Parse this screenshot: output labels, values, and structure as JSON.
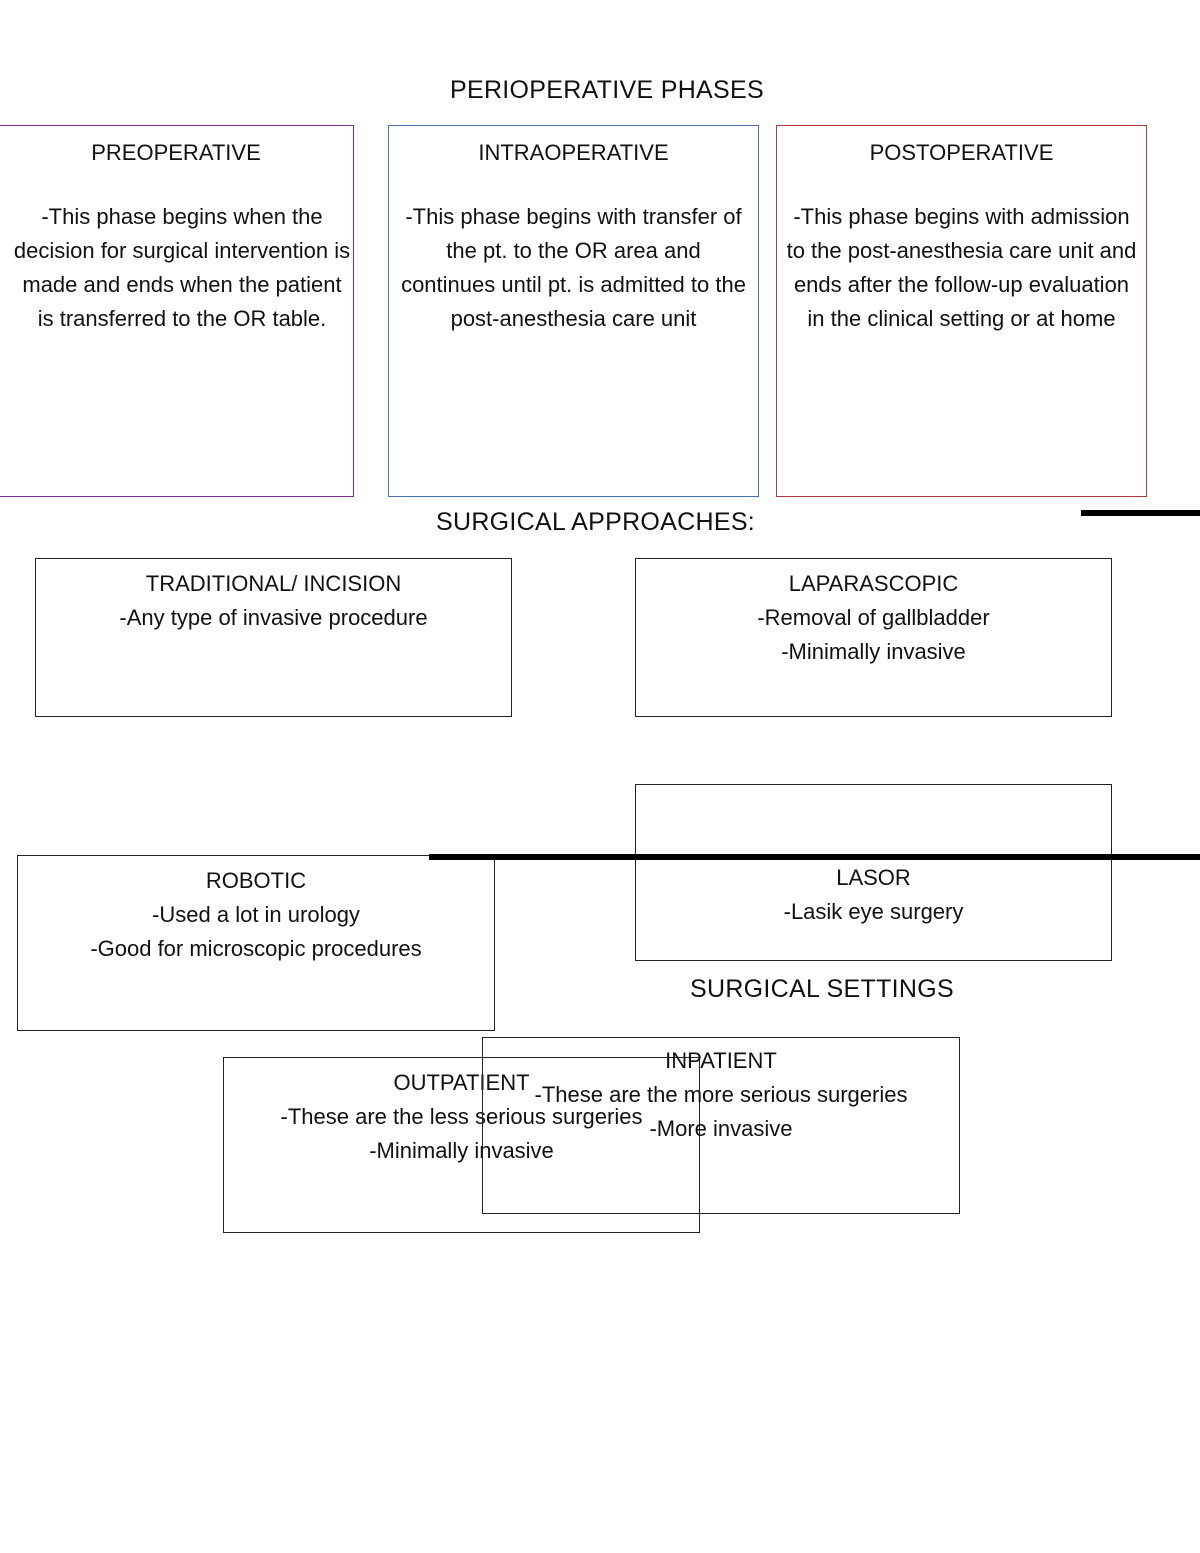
{
  "phases_heading": "PERIOPERATIVE PHASES",
  "phases": [
    {
      "title": "PREOPERATIVE",
      "description": "-This phase begins when the decision for surgical intervention is made and ends when the patient is transferred to the OR table.",
      "border_color": "#7a2b8f"
    },
    {
      "title": "INTRAOPERATIVE",
      "description": "-This phase begins with transfer of the pt. to the OR area and continues until pt. is admitted to the post-anesthesia care unit",
      "border_color": "#4a6fb0"
    },
    {
      "title": "POSTOPERATIVE",
      "description": "-This phase begins with admission to the post-anesthesia care unit and ends after the follow-up evaluation in the clinical setting or at home",
      "border_color": "#b03a3a"
    }
  ],
  "approaches_heading": "SURGICAL APPROACHES:",
  "approaches": {
    "traditional": {
      "title": "TRADITIONAL/ INCISION",
      "lines": [
        "-Any type of invasive procedure"
      ]
    },
    "laparascopic": {
      "title": "LAPARASCOPIC",
      "lines": [
        "-Removal of gallbladder",
        "-Minimally invasive"
      ]
    },
    "robotic": {
      "title": "ROBOTIC",
      "lines": [
        "-Used a lot in urology",
        "-Good for microscopic procedures"
      ]
    },
    "lasor": {
      "title": "LASOR",
      "lines": [
        "-Lasik eye surgery"
      ]
    }
  },
  "settings_heading": "SURGICAL SETTINGS",
  "settings": {
    "outpatient": {
      "title": "OUTPATIENT",
      "lines": [
        "-These are the less serious surgeries",
        "-Minimally invasive"
      ]
    },
    "inpatient": {
      "title": "INPATIENT",
      "lines": [
        "-These are the more serious surgeries",
        "-More invasive"
      ]
    }
  }
}
